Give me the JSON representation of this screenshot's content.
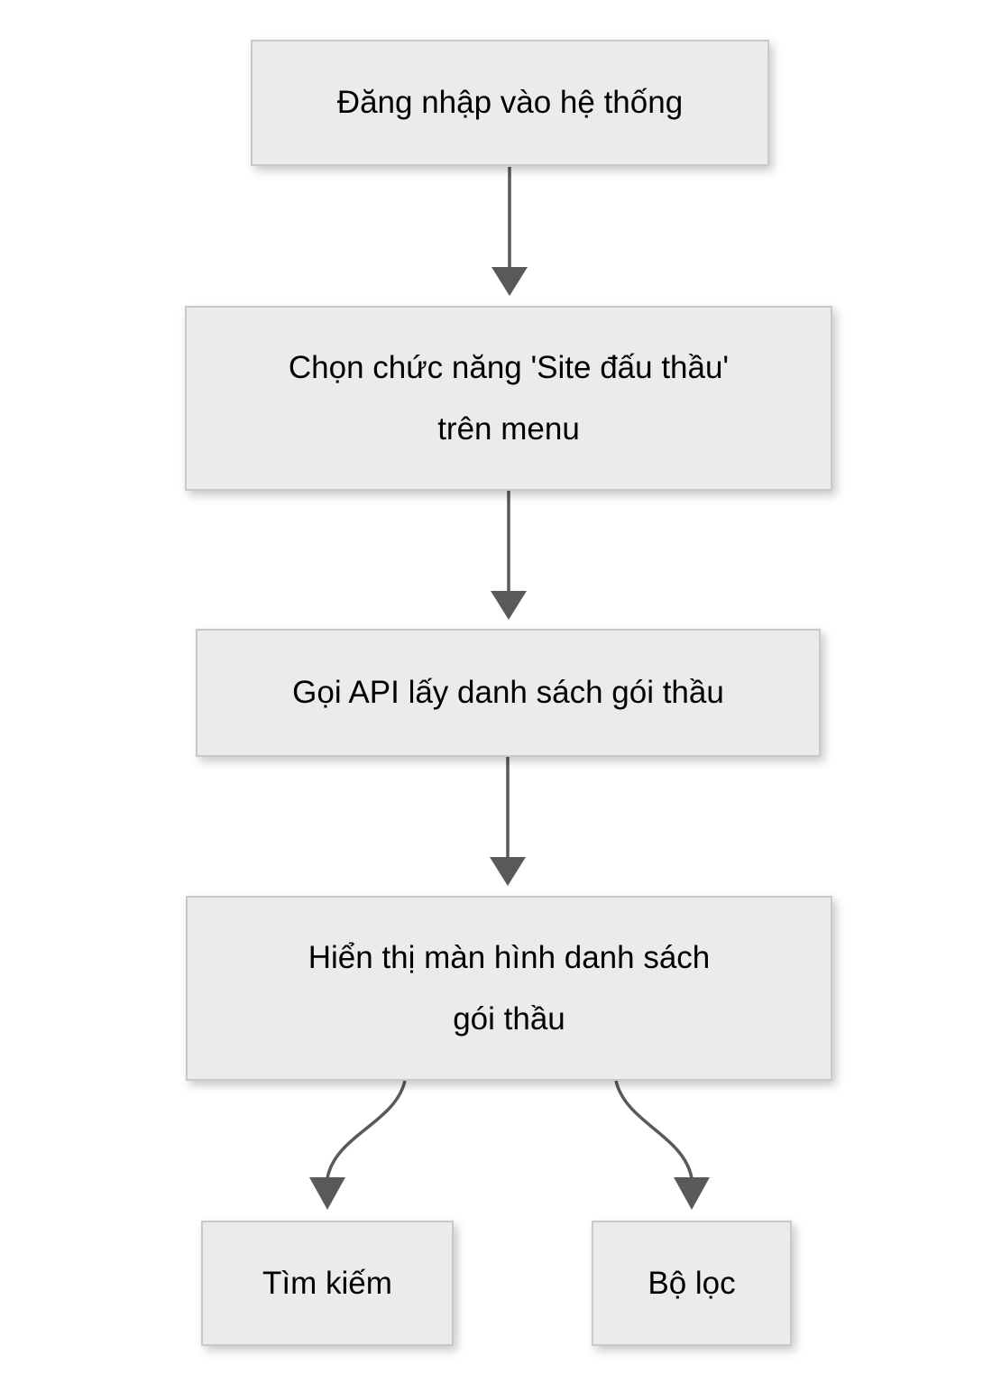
{
  "diagram": {
    "type": "flowchart",
    "background_color": "#ffffff",
    "node_fill_color": "#ebebeb",
    "node_border_color": "#c9c9c9",
    "node_text_color": "#000000",
    "arrow_color": "#595959",
    "nodes": [
      {
        "id": "login",
        "label": "Đăng nhập vào hệ thống",
        "lines": [
          "Đăng nhập vào hệ thống"
        ]
      },
      {
        "id": "select-menu",
        "label": "Chọn chức năng 'Site đấu thầu' trên menu",
        "lines": [
          "Chọn chức năng 'Site đấu thầu'",
          "trên menu"
        ]
      },
      {
        "id": "call-api",
        "label": "Gọi API lấy danh sách gói thầu",
        "lines": [
          "Gọi API lấy danh sách gói thầu"
        ]
      },
      {
        "id": "display-list",
        "label": "Hiển thị màn hình danh sách gói thầu",
        "lines": [
          "Hiển thị màn hình danh sách",
          "gói thầu"
        ]
      },
      {
        "id": "search",
        "label": "Tìm kiếm",
        "lines": [
          "Tìm kiếm"
        ]
      },
      {
        "id": "filter",
        "label": "Bộ lọc",
        "lines": [
          "Bộ lọc"
        ]
      }
    ],
    "edges": [
      {
        "from": "login",
        "to": "select-menu",
        "style": "straight"
      },
      {
        "from": "select-menu",
        "to": "call-api",
        "style": "straight"
      },
      {
        "from": "call-api",
        "to": "display-list",
        "style": "straight"
      },
      {
        "from": "display-list",
        "to": "search",
        "style": "curved"
      },
      {
        "from": "display-list",
        "to": "filter",
        "style": "curved"
      }
    ]
  }
}
